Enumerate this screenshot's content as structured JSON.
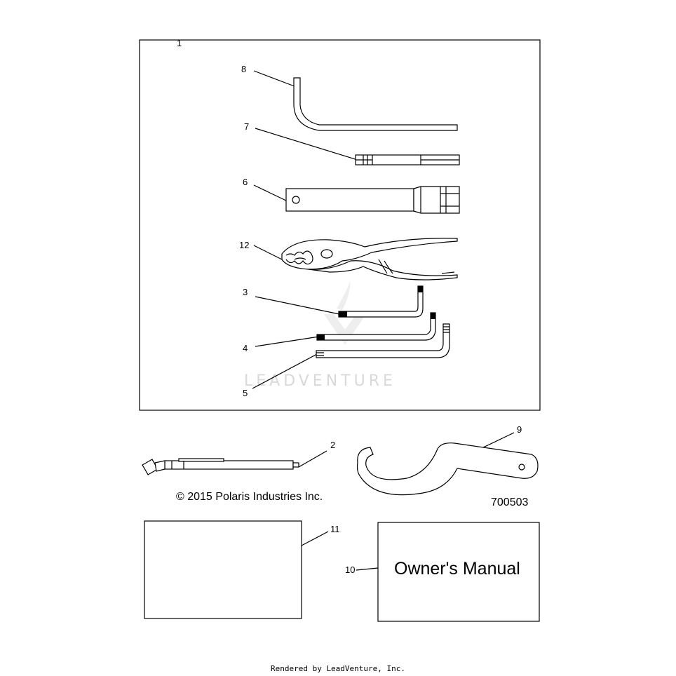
{
  "callouts": {
    "c1": "1",
    "c2": "2",
    "c3": "3",
    "c4": "4",
    "c5": "5",
    "c6": "6",
    "c7": "7",
    "c8": "8",
    "c9": "9",
    "c10": "10",
    "c11": "11",
    "c12": "12"
  },
  "copyright": "© 2015 Polaris Industries Inc.",
  "diagram_number": "700503",
  "manual_label": "Owner's Manual",
  "watermark": "LEADVENTURE",
  "footer": "Rendered by LeadVenture, Inc."
}
